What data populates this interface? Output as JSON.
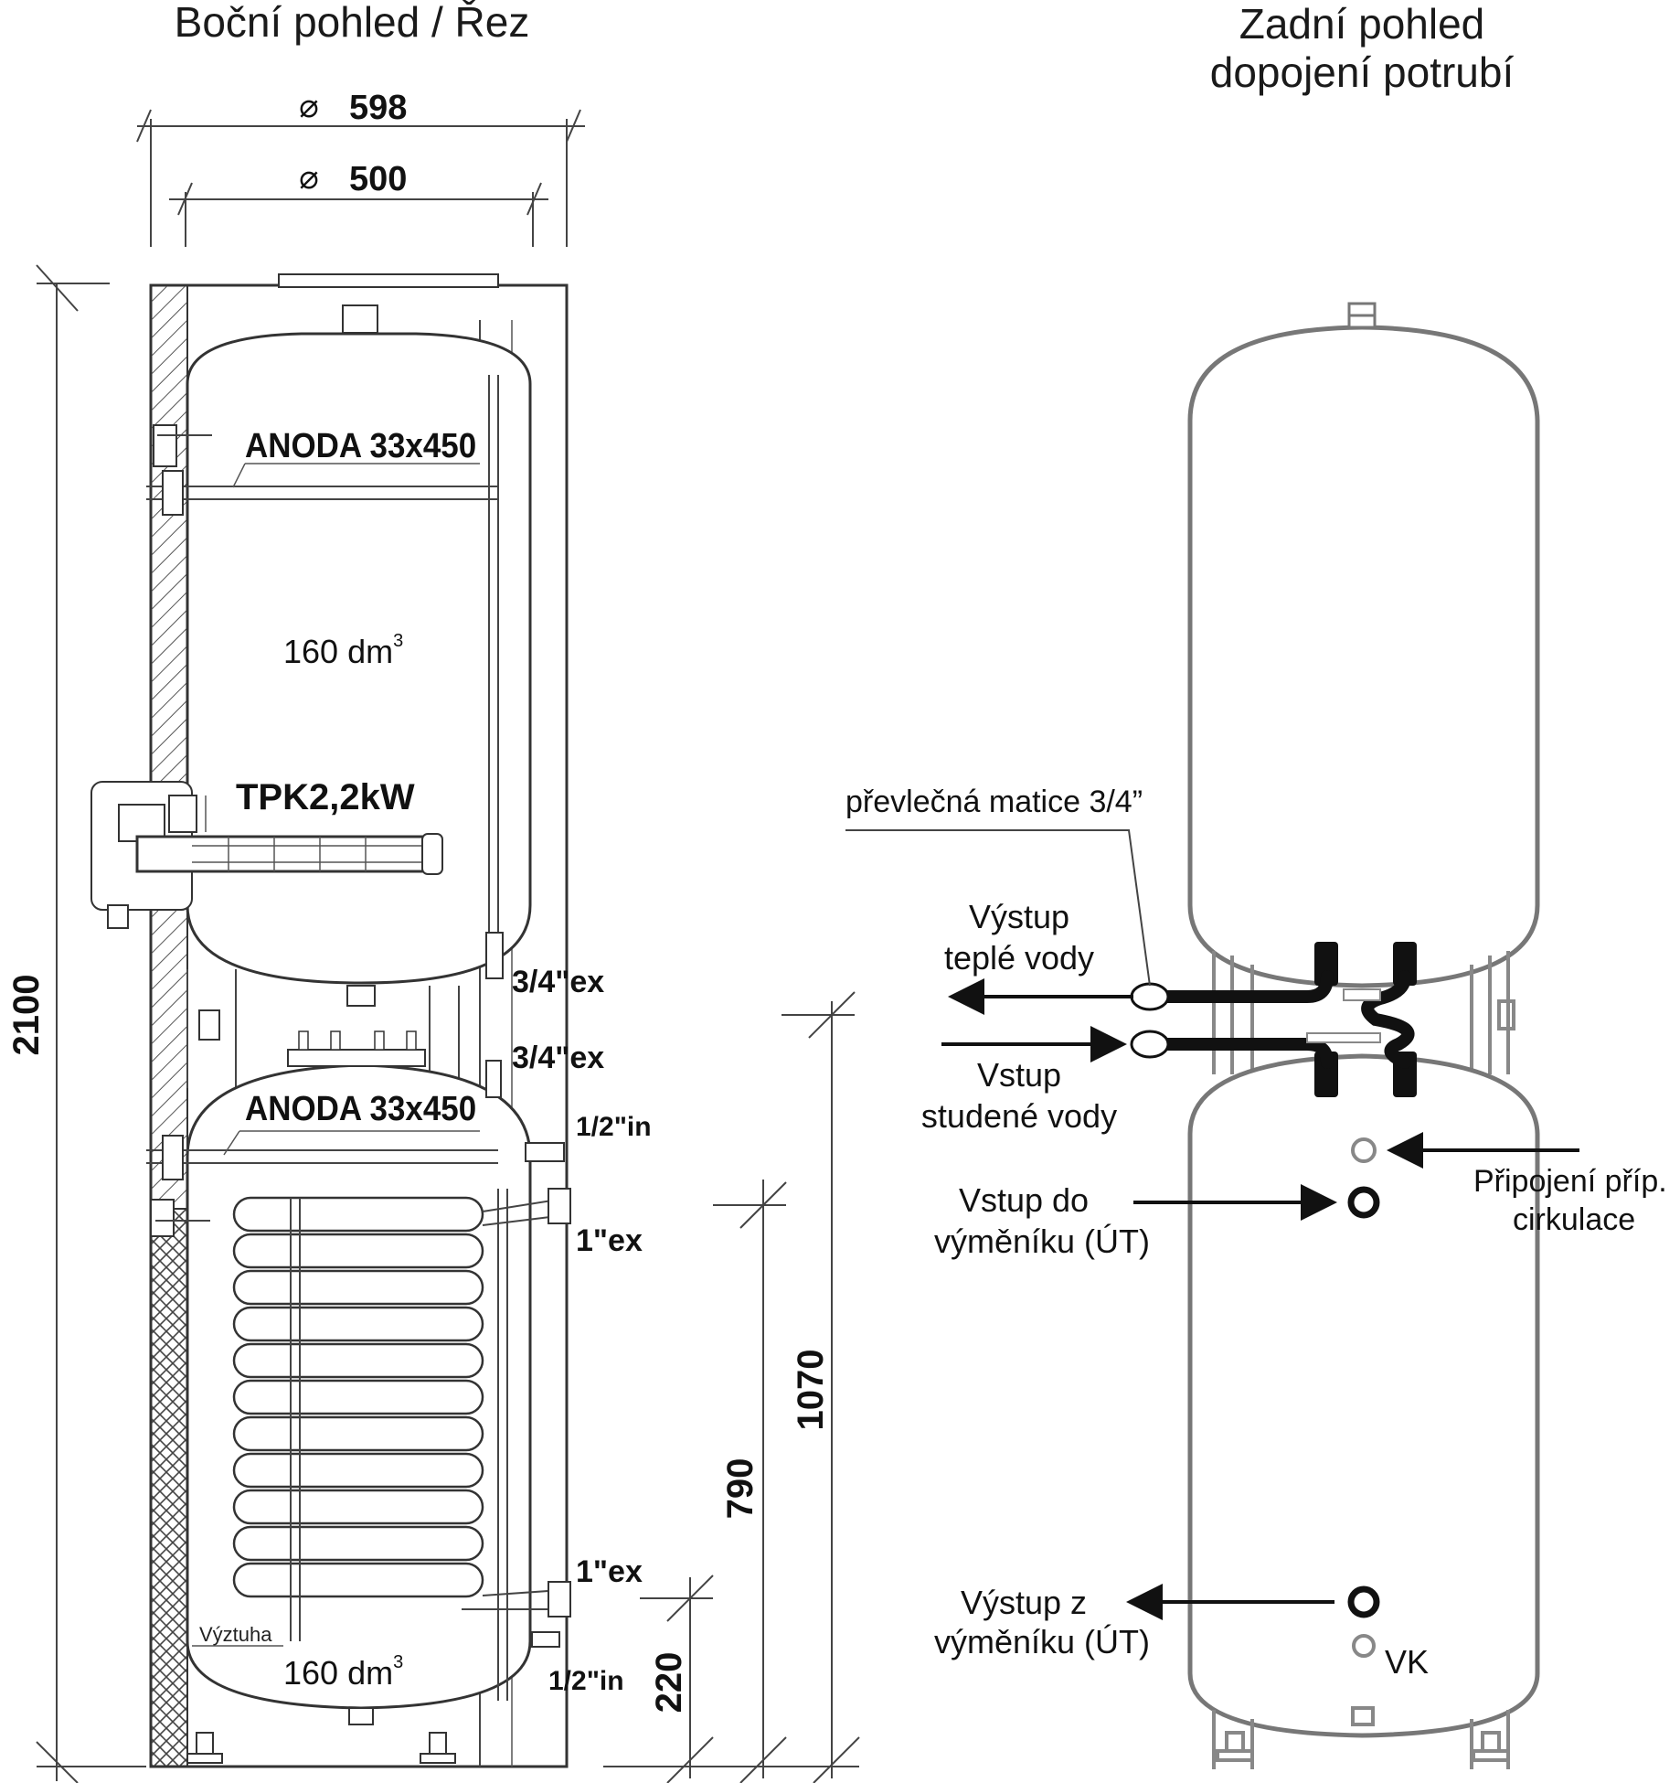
{
  "left_view": {
    "title": "Boční pohled / Řez",
    "dim_outer": "598",
    "dim_inner": "500",
    "diameter_symbol": "⌀",
    "anode_top": "ANODA 33x450",
    "anode_bottom": "ANODA 33x450",
    "volume_top": "160 dm",
    "volume_bottom": "160 dm",
    "volume_sup": "3",
    "heater": "TPK2,2kW",
    "reinforcement": "Výztuha",
    "height_total": "2100",
    "height_1070": "1070",
    "height_790": "790",
    "height_220": "220",
    "conn_1": "3/4\"ex",
    "conn_2": "3/4\"ex",
    "conn_3": "1/2\"in",
    "conn_4": "1\"ex",
    "conn_5": "1\"ex",
    "conn_6": "1/2\"in"
  },
  "right_view": {
    "title_line1": "Zadní pohled",
    "title_line2": "dopojení potrubí",
    "nut": "převlečná matice 3/4”",
    "hot_out_1": "Výstup",
    "hot_out_2": "teplé vody",
    "cold_in_1": "Vstup",
    "cold_in_2": "studené vody",
    "exch_in_1": "Vstup do",
    "exch_in_2": "výměníku (ÚT)",
    "exch_out_1": "Výstup z",
    "exch_out_2": "výměníku (ÚT)",
    "circ_1": "Připojení příp.",
    "circ_2": "cirkulace",
    "drain": "VK"
  }
}
